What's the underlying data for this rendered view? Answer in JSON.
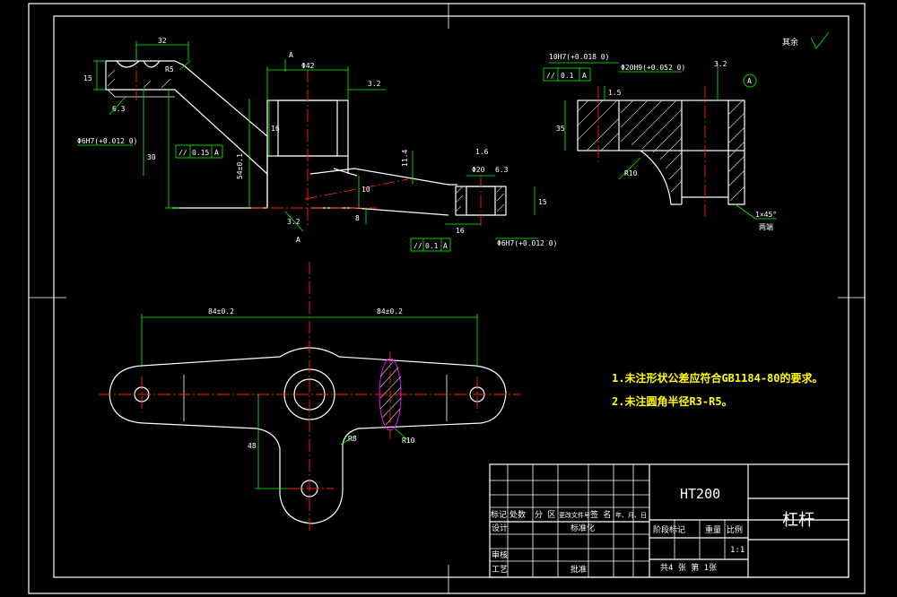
{
  "notes": [
    "1.未注形状公差应符合GB1184-80的要求。",
    "2.未注圆角半径R3-R5。"
  ],
  "roughness_rest": "其余",
  "colors": {
    "outline": "#ffffff",
    "dimension": "#00ff00",
    "centerline": "#ff2020",
    "section": "#ff00ff",
    "note": "#ffff00"
  },
  "dims": {
    "top_width": "32",
    "top_left_height": "15",
    "r5": "R5",
    "ra_left": "6.3",
    "hole_left": "Φ6H7(+0.012 0)",
    "dim_30": "30",
    "tol_frame_left": [
      "//",
      "0.15",
      "A"
    ],
    "dim_54": "54±0.1",
    "boss_dia": "Φ42",
    "ra_boss": "3.2",
    "boss_depth": "16",
    "datum_a": "A",
    "ra_bottom": "3.2",
    "right_hole": "Φ20",
    "ra_right": "6.3",
    "dim_1": "1.6",
    "dim_11": "11.4",
    "dim_15r": "15",
    "dim_16": "16",
    "dim_10": "10",
    "dim_8": "8",
    "tol_frame_right": [
      "//",
      "0.1",
      "A"
    ],
    "hole_right": "Φ6H7(+0.012 0)",
    "sec_top_hole": "10H7(+0.018 0)",
    "sec_tol_frame": [
      "//",
      "0.1",
      "A"
    ],
    "sec_bore": "Φ20H9(+0.052 0)",
    "sec_ra": "3.2",
    "sec_height": "35",
    "sec_r": "R10",
    "sec_chamfer": "1×45°",
    "sec_chamfer2": "两端",
    "sec_dim_1": "1.5",
    "plan_left": "84±0.2",
    "plan_right": "84±0.2",
    "plan_vert": "48",
    "plan_r": "R8",
    "plan_r2": "R10"
  },
  "title_block": {
    "material": "HT200",
    "part_name": "杠杆",
    "scale": "1:1",
    "row_labels": [
      "标记",
      "处数",
      "分 区",
      "更改文件号",
      "签 名",
      "年、月、日"
    ],
    "design": "设计",
    "standardize": "标准化",
    "review": "审核",
    "process": "工艺",
    "approve": "批准",
    "stage": "阶段标记",
    "weight": "重量",
    "ratio": "比例",
    "sheets": "共4  张  第  1张"
  }
}
